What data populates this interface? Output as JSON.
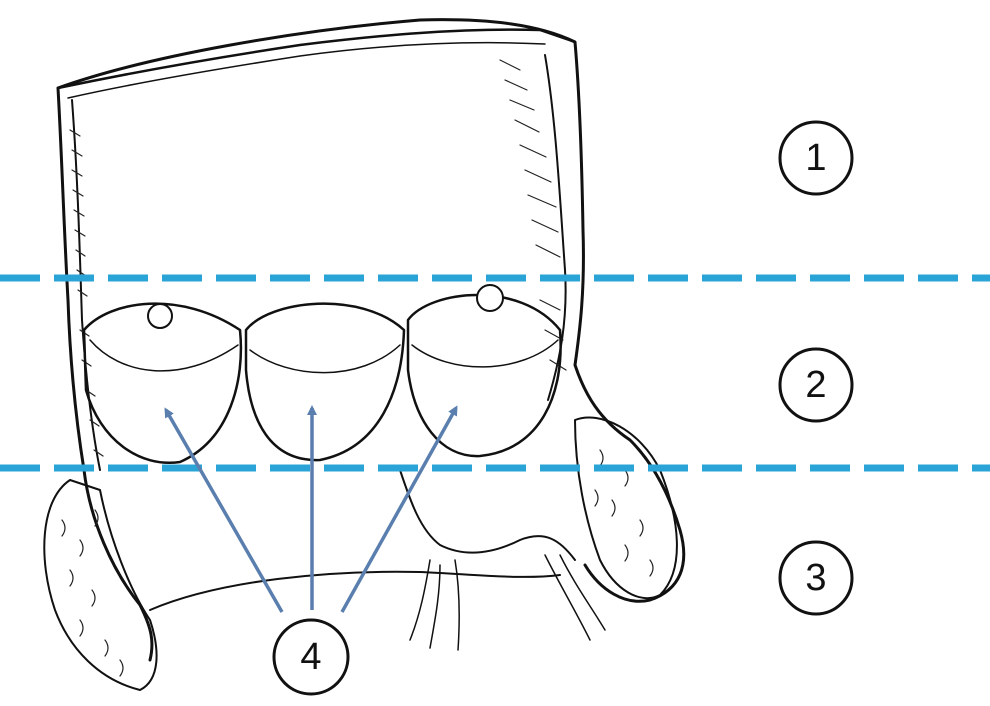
{
  "colors": {
    "divider": "#2aa3d6",
    "arrow": "#5a7fae",
    "ink": "#111111"
  },
  "labels": {
    "region_top": "1",
    "region_middle": "2",
    "region_bottom": "3",
    "cusps": "4"
  }
}
